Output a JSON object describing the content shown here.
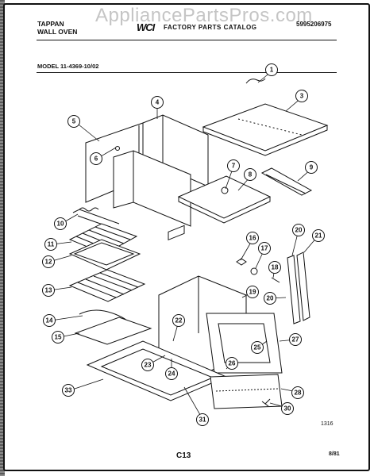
{
  "watermark": "AppliancePartsPros.com",
  "header": {
    "brand_line1": "TAPPAN",
    "brand_line2": "WALL OVEN",
    "logo_text": "WCI",
    "catalog_title": "FACTORY PARTS CATALOG",
    "catalog_number": "5995206975"
  },
  "model": "MODEL 11-4369-10/02",
  "footer": {
    "ref_number": "1316",
    "page_code": "C13",
    "date": "8/81"
  },
  "callouts": [
    "1",
    "3",
    "4",
    "5",
    "6",
    "7",
    "8",
    "9",
    "10",
    "11",
    "12",
    "13",
    "14",
    "15",
    "16",
    "17",
    "18",
    "19",
    "20",
    "20",
    "21",
    "22",
    "23",
    "24",
    "25",
    "26",
    "27",
    "28",
    "30",
    "31",
    "33"
  ]
}
